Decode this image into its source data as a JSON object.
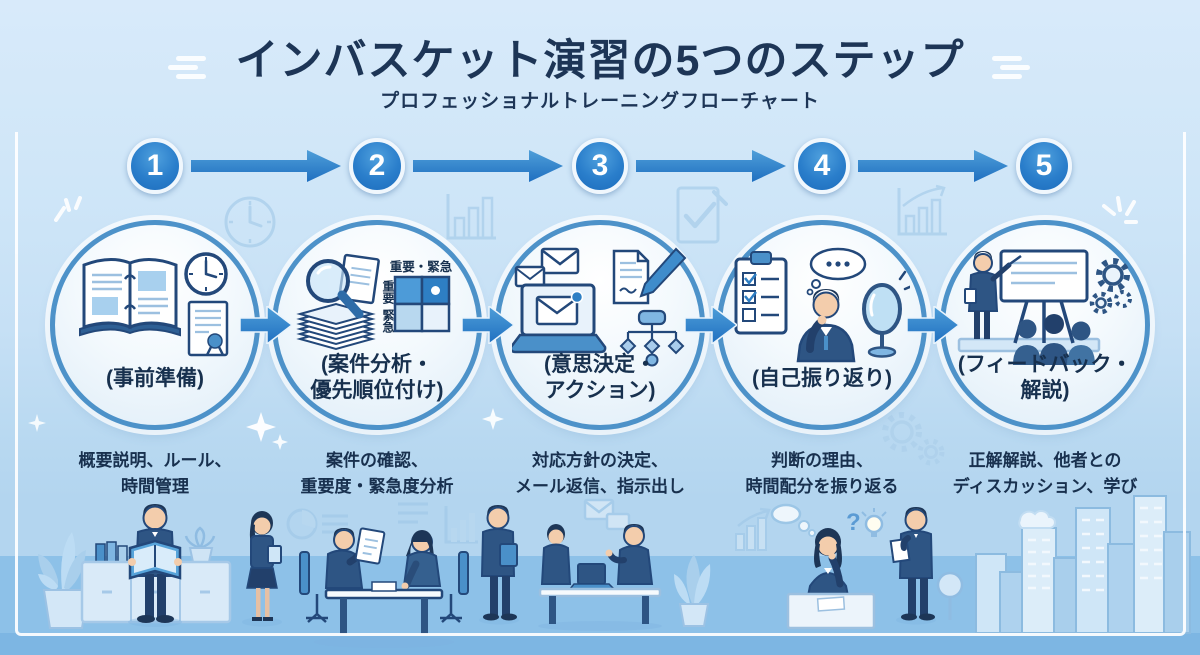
{
  "header": {
    "title": "インバスケット演習の5つのステップ",
    "subtitle": "プロフェッショナルトレーニングフローチャート"
  },
  "steps": [
    {
      "number": "1",
      "label": "(事前準備)",
      "description": "概要説明、ルール、\n時間管理",
      "icons": [
        "open-binder-icon",
        "clock-icon",
        "certificate-icon"
      ]
    },
    {
      "number": "2",
      "label": "(案件分析・\n優先順位付け)",
      "description": "案件の確認、\n重要度・緊急度分析",
      "icons": [
        "document-stack-icon",
        "magnifier-icon",
        "priority-matrix-icon"
      ],
      "matrix": {
        "top_label": "重要・緊急",
        "left_top": "重要",
        "left_bottom": "緊急"
      }
    },
    {
      "number": "3",
      "label": "(意思決定・\nアクション)",
      "description": "対応方針の決定、\nメール返信、指示出し",
      "icons": [
        "laptop-mail-icon",
        "mail-icon",
        "document-pen-icon",
        "flowchart-icon"
      ]
    },
    {
      "number": "4",
      "label": "(自己振り返り)",
      "description": "判断の理由、\n時間配分を振り返る",
      "icons": [
        "checklist-icon",
        "thinking-person-icon",
        "thought-bubble-icon",
        "mirror-icon"
      ]
    },
    {
      "number": "5",
      "label": "(フィードバック・\n解説)",
      "description": "正解解説、他者との\nディスカッション、学び",
      "icons": [
        "presenter-whiteboard-icon",
        "audience-icon",
        "gears-icon"
      ]
    }
  ],
  "background_icons": [
    "clock-watermark",
    "bar-chart-watermark",
    "check-document-watermark",
    "growth-chart-watermark",
    "gears-watermark",
    "pie-chart-watermark",
    "mail-watermark",
    "sparkles"
  ],
  "scene_figures": [
    "potted-plant",
    "office-cabinet",
    "reading-man",
    "woman-with-tablet",
    "meeting-table-pair",
    "standing-man-with-folder",
    "desk-laptop-pair",
    "thinking-woman-at-desk",
    "standing-man-with-paper",
    "tree",
    "city-skyline",
    "cloud"
  ],
  "colors": {
    "accent": "#2e7fc4",
    "title": "#1d3556",
    "circle_border": "#4d92c9",
    "background": "#cfe6f8",
    "floor": "#8dc1e8"
  }
}
